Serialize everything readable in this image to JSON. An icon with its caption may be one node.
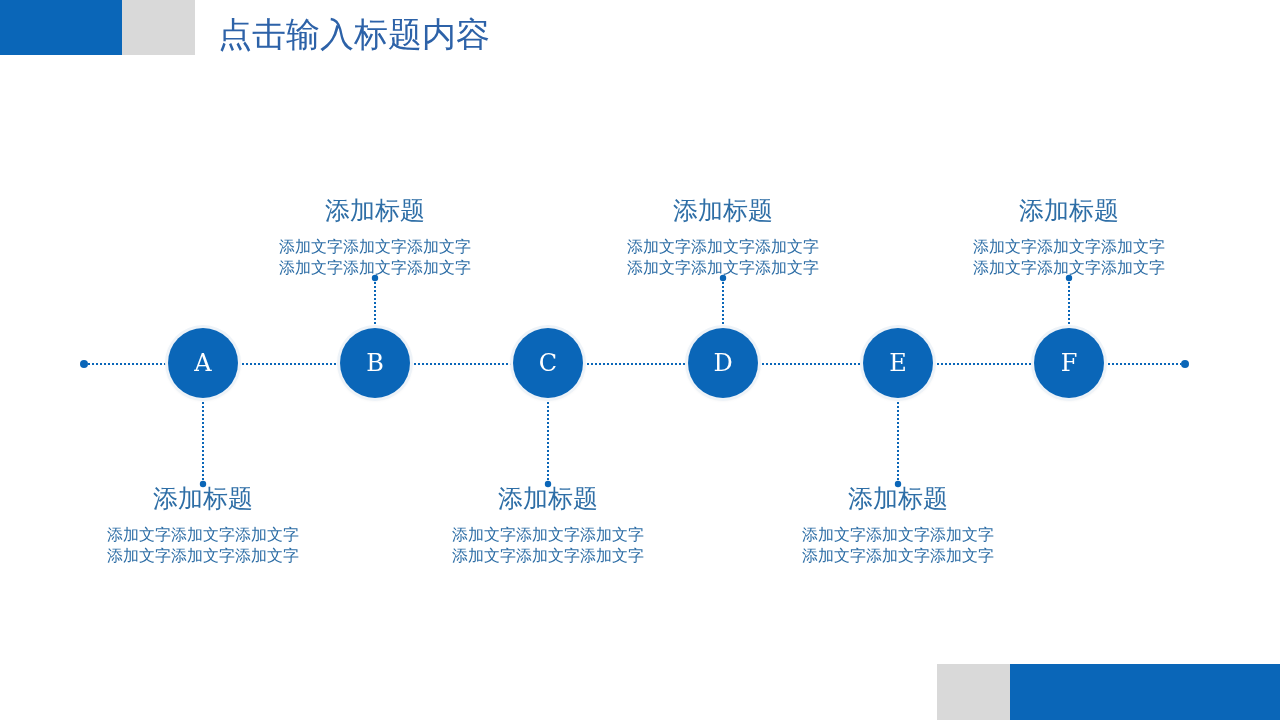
{
  "diagram": {
    "title": "点击输入标题内容",
    "nodes": [
      {
        "text": [],
        "shape": "circle"
      },
      {
        "text": [
          "A"
        ]
      },
      {
        "text": [
          "B"
        ]
      },
      {
        "text": [
          "C"
        ]
      },
      {
        "text": [
          "D"
        ]
      },
      {
        "text": [
          "E"
        ]
      },
      {
        "text": [
          "F"
        ]
      },
      {
        "text": [],
        "shape": "circle"
      },
      {
        "text": [
          "添加标题",
          "添加文字添加文字添加文字添加文字添加文字添加文字"
        ]
      },
      {
        "text": [
          "添加标题",
          "添加文字添加文字添加文字添加文字添加文字添加文字"
        ]
      },
      {
        "text": [
          "添加标题",
          "添加文字添加文字添加文字添加文字添加文字添加文字"
        ]
      },
      {
        "text": [
          "添加标题",
          "添加文字添加文字添加文字添加文字添加文字添加文字"
        ]
      },
      {
        "text": [
          "添加标题",
          "添加文字添加文字添加文字添加文字添加文字添加文字"
        ]
      },
      {
        "text": [
          "添加标题",
          "添加文字添加文字添加文字添加文字添加文字添加文字"
        ]
      }
    ],
    "edges": [
      {
        "from": 0,
        "to": 1,
        "arrow": "none",
        "style": "dashed"
      },
      {
        "from": 1,
        "to": 2,
        "arrow": "none",
        "style": "dashed"
      },
      {
        "from": 2,
        "to": 3,
        "arrow": "none",
        "style": "dashed"
      },
      {
        "from": 3,
        "to": 4,
        "arrow": "none",
        "style": "dashed"
      },
      {
        "from": 4,
        "to": 5,
        "arrow": "none",
        "style": "dashed"
      },
      {
        "from": 5,
        "to": 6,
        "arrow": "none",
        "style": "dashed"
      },
      {
        "from": 6,
        "to": 7,
        "arrow": "none",
        "style": "dashed"
      },
      {
        "from": 1,
        "to": 8,
        "arrow": "other",
        "style": "dashed"
      },
      {
        "from": 2,
        "to": 9,
        "arrow": "other",
        "style": "dashed"
      },
      {
        "from": 3,
        "to": 10,
        "arrow": "other",
        "style": "dashed"
      },
      {
        "from": 4,
        "to": 11,
        "arrow": "other",
        "style": "dashed"
      },
      {
        "from": 5,
        "to": 12,
        "arrow": "other",
        "style": "dashed"
      },
      {
        "from": 6,
        "to": 13,
        "arrow": "other",
        "style": "dashed"
      }
    ]
  }
}
